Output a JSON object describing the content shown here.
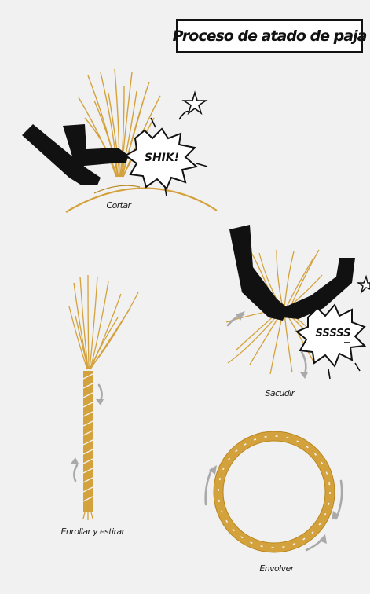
{
  "title": "Proceso de atado de paja",
  "steps": {
    "cut": {
      "caption": "Cortar",
      "sound": "SHIK!"
    },
    "shake": {
      "caption": "Sacudir",
      "sound": "SSSSS"
    },
    "roll": {
      "caption": "Enrollar y estirar"
    },
    "wrap": {
      "caption": "Envolver"
    }
  },
  "colors": {
    "straw": "#d4a23c",
    "straw_dark": "#b9861f",
    "ink": "#111111",
    "background": "#f1f1f1",
    "arrow": "#a9a9a9"
  }
}
